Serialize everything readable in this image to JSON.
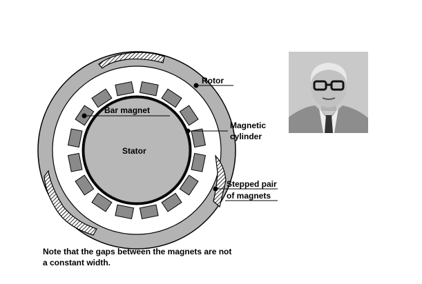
{
  "diagram": {
    "labels": {
      "rotor": "Rotor",
      "bar_magnet": "Bar magnet",
      "magnetic_cylinder_line1": "Magnetic",
      "magnetic_cylinder_line2": "cylinder",
      "stator": "Stator",
      "stepped_pair_line1": "Stepped pair",
      "stepped_pair_line2": "of magnets"
    },
    "bar_magnet_count": 16,
    "colors": {
      "rotor_ring": "#b3b3b3",
      "stator": "#b8b8b8",
      "bar_magnet": "#8a8a8a",
      "outline": "#000000",
      "hatch": "#000000"
    }
  },
  "note": {
    "line1": "Note that the gaps between the magnets are not",
    "line2": "a constant width."
  },
  "portrait": {
    "subject": "man-with-glasses-photo"
  }
}
